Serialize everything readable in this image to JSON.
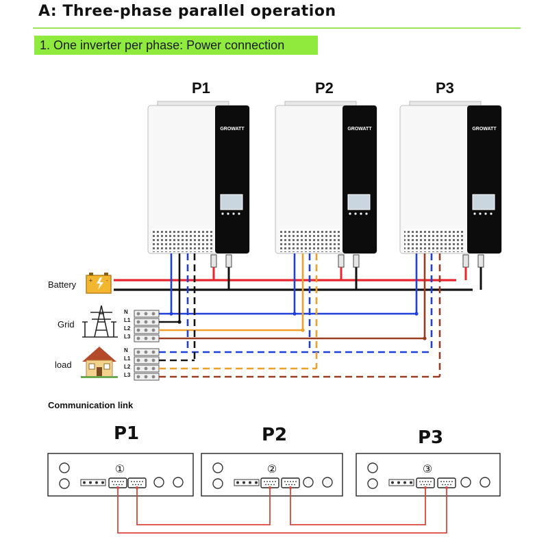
{
  "header": {
    "title": "A: Three-phase parallel operation",
    "subtitle": "1. One inverter per phase: Power connection"
  },
  "inverters": [
    {
      "label": "P1",
      "brand": "GROWATT"
    },
    {
      "label": "P2",
      "brand": "GROWATT"
    },
    {
      "label": "P3",
      "brand": "GROWATT"
    }
  ],
  "sources": {
    "battery": "Battery",
    "grid": "Grid",
    "load": "load"
  },
  "terminals": {
    "grid": [
      "N",
      "L1",
      "L2",
      "L3"
    ],
    "load": [
      "N",
      "L1",
      "L2",
      "L3"
    ]
  },
  "communication": {
    "title": "Communication link",
    "units": [
      {
        "label": "P1",
        "port": "①"
      },
      {
        "label": "P2",
        "port": "②"
      },
      {
        "label": "P3",
        "port": "③"
      }
    ]
  },
  "colors": {
    "positive": "#e8262d",
    "negative": "#111111",
    "neutral": "#1f3fd8",
    "l1": "#111111",
    "l2": "#f0a02a",
    "l3": "#9a3b20",
    "comm": "#d9463b",
    "accent": "#8eea3c"
  }
}
